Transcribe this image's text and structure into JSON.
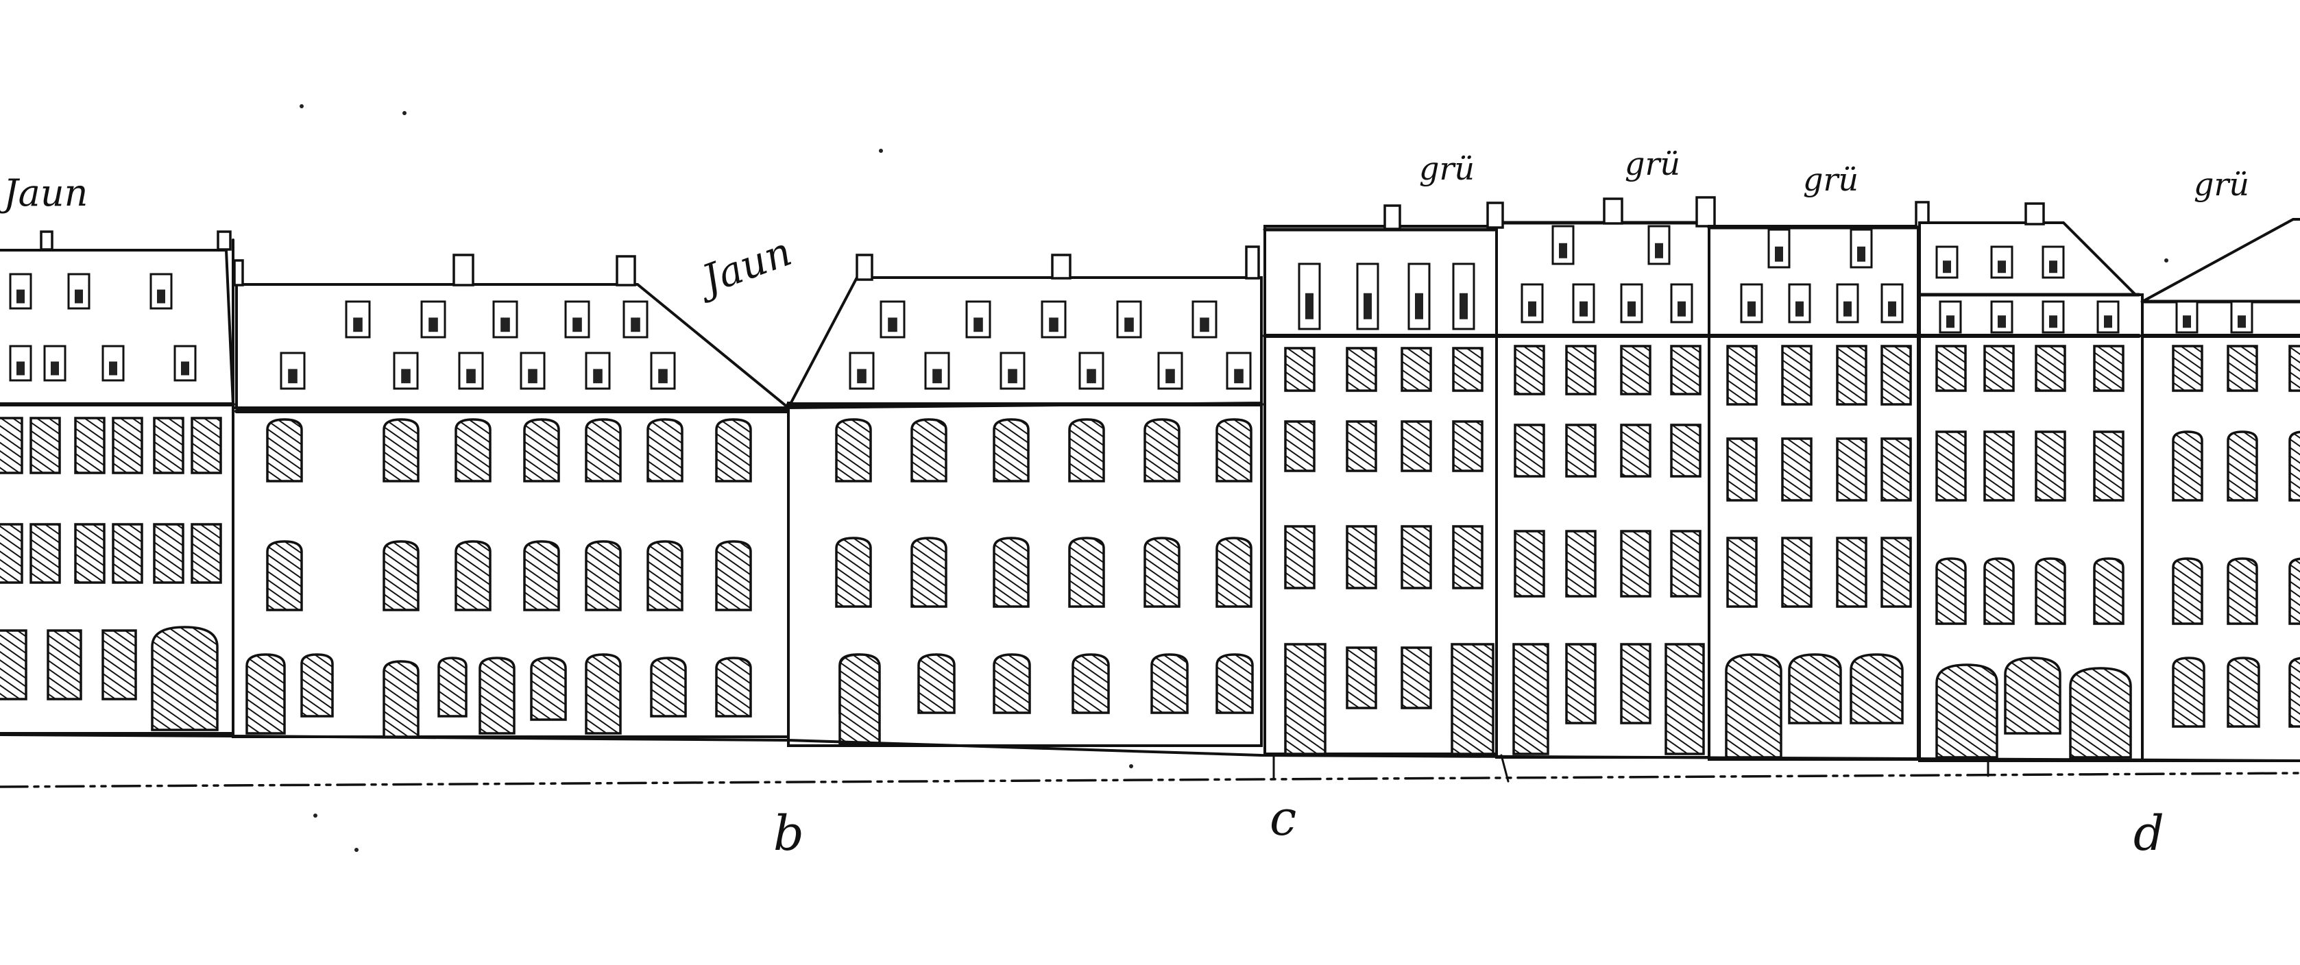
{
  "annotations": {
    "roof_left": "Jaun",
    "roof_middle": "Jaun",
    "roof_c1": "grü",
    "roof_c2": "grü",
    "roof_c3": "grü",
    "roof_d": "grü"
  },
  "section_markers": {
    "b": "b",
    "c": "c",
    "d": "d"
  }
}
